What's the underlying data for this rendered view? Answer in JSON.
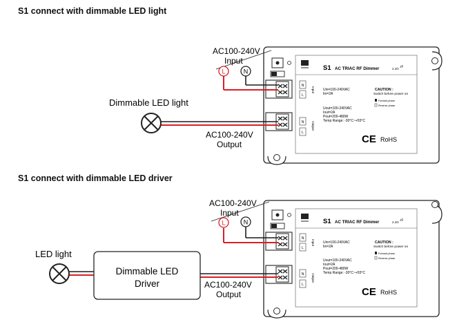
{
  "colors": {
    "live_wire": "#d81f26",
    "neutral_wire": "#1a1a1a",
    "outline": "#222222"
  },
  "icons": [
    "lamp-cross-icon",
    "terminal-block-icon",
    "dip-switch-icon",
    "rf-signal-icon",
    "ce-mark-icon"
  ],
  "diagram1": {
    "title": "S1 connect with dimmable LED light",
    "input_voltage": "AC100-240V",
    "input_label": "Input",
    "output_voltage": "AC100-240V",
    "output_label": "Output",
    "live_symbol": "L",
    "neutral_symbol": "N",
    "load_label": "Dimmable LED light"
  },
  "diagram2": {
    "title": "S1 connect with dimmable LED driver",
    "input_voltage": "AC100-240V",
    "input_label": "Input",
    "output_voltage": "AC100-240V",
    "output_label": "Output",
    "live_symbol": "L",
    "neutral_symbol": "N",
    "driver_line1": "Dimmable LED",
    "driver_line2": "Driver",
    "load_label": "LED light"
  },
  "device": {
    "model": "S1",
    "name": "AC TRIAC RF Dimmer",
    "band": "2.4G",
    "uin": "Uin=100-240VAC",
    "iin": "Iin=2A",
    "uout": "Uout=100-240VAC",
    "iout": "Iout=2A",
    "pout": "Pout=200-480W",
    "temp": "Temp Range: -30°C~+55°C",
    "caution_title": "CAUTION :",
    "caution_text": "Switch before power on",
    "forward": "Forward-phase",
    "reverse": "Reverse-phase",
    "ce": "CE",
    "rohs": "RoHS",
    "input_side": "Input",
    "output_side": "Output",
    "term_n": "N",
    "term_l": "L"
  }
}
